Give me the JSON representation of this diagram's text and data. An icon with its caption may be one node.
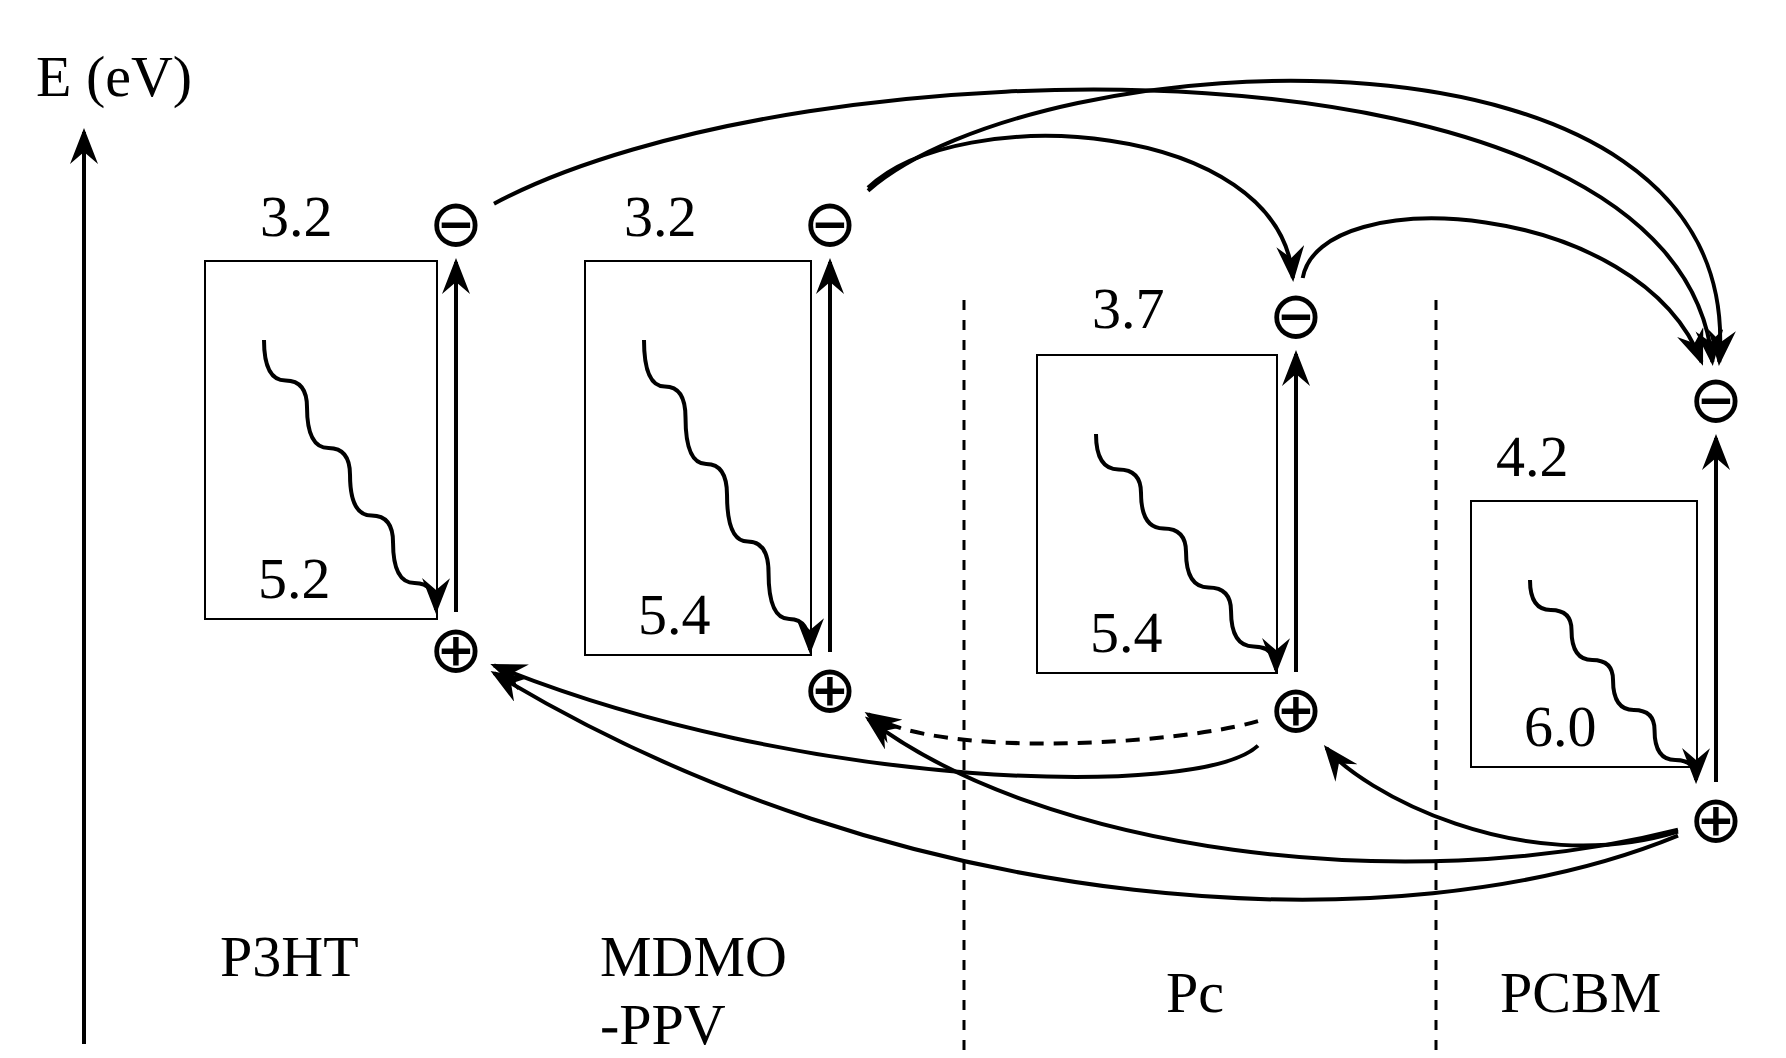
{
  "diagram": {
    "nodes": [
      {
        "text": [
          "5.2"
        ]
      },
      {
        "text": [
          "⊖"
        ]
      },
      {
        "text": [
          "⊕"
        ]
      },
      {
        "text": [
          "5.4"
        ]
      },
      {
        "text": [
          "⊖"
        ]
      },
      {
        "text": [
          "⊕"
        ]
      },
      {
        "text": [
          "5.4"
        ]
      },
      {
        "text": [
          "⊖"
        ]
      },
      {
        "text": [
          "⊕"
        ]
      },
      {
        "text": [
          "6.0"
        ]
      },
      {
        "text": [
          "⊖"
        ]
      },
      {
        "text": [
          "⊕"
        ]
      }
    ],
    "edges": [
      {
        "from": 1,
        "to": 10,
        "arrow": "to"
      },
      {
        "from": 4,
        "to": 7,
        "arrow": "to"
      },
      {
        "from": 4,
        "to": 10,
        "arrow": "to"
      },
      {
        "from": 7,
        "to": 10,
        "arrow": "to"
      },
      {
        "from": 8,
        "to": 5,
        "arrow": "to",
        "style": "dashed"
      },
      {
        "from": 8,
        "to": 2,
        "arrow": "to"
      },
      {
        "from": 11,
        "to": 2,
        "arrow": "to"
      },
      {
        "from": 11,
        "to": 5,
        "arrow": "to"
      },
      {
        "from": 11,
        "to": 8,
        "arrow": "to"
      },
      {
        "from": 2,
        "to": 1,
        "arrow": "to"
      },
      {
        "from": 5,
        "to": 4,
        "arrow": "to"
      },
      {
        "from": 8,
        "to": 7,
        "arrow": "to"
      },
      {
        "from": 11,
        "to": 10,
        "arrow": "to"
      },
      {
        "from": 0,
        "to": 2,
        "arrow": "to"
      },
      {
        "from": 3,
        "to": 5,
        "arrow": "to"
      },
      {
        "from": 6,
        "to": 8,
        "arrow": "to"
      },
      {
        "from": 9,
        "to": 11,
        "arrow": "to"
      }
    ],
    "labels": [
      "E (eV)",
      "3.2",
      "3.2",
      "3.7",
      "4.2",
      "P3HT",
      "MDMO -PPV",
      "Pc",
      "PCBM"
    ]
  }
}
